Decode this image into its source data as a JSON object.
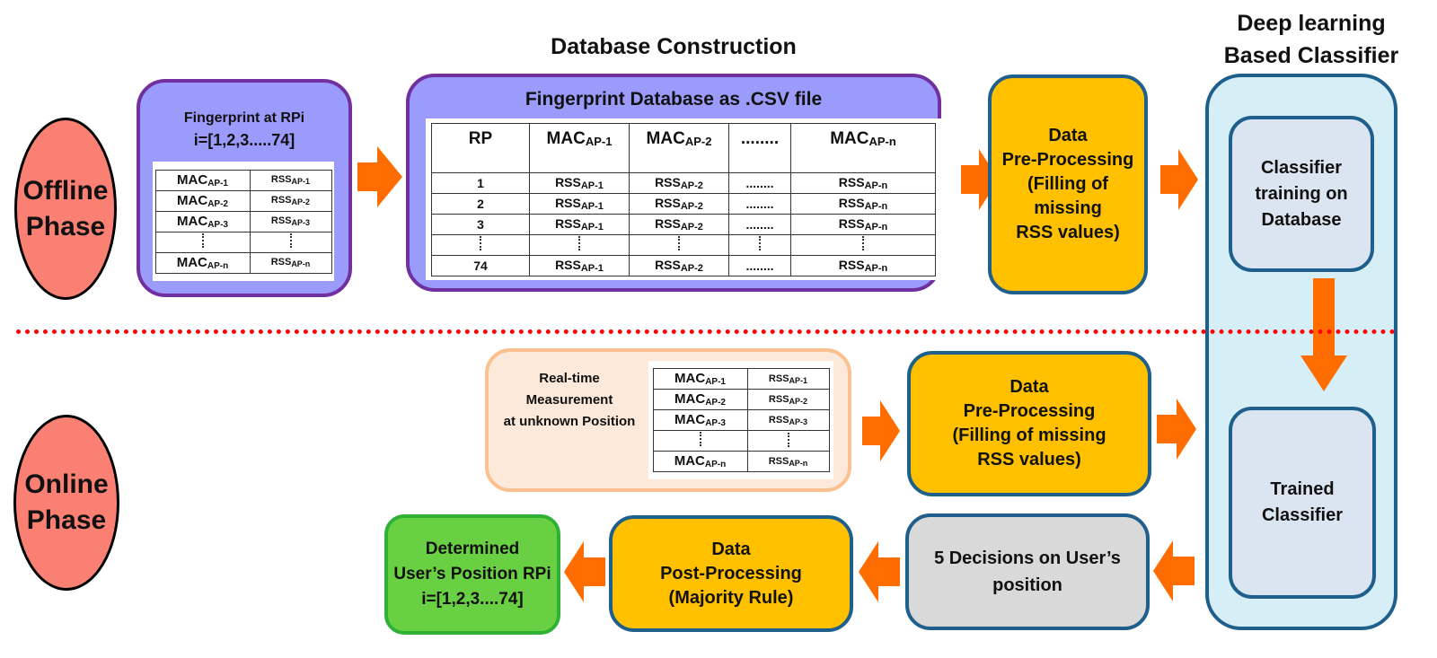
{
  "phases": {
    "offline": "Offline\nPhase",
    "offline_line1": "Offline",
    "offline_line2": "Phase",
    "online_line1": "Online",
    "online_line2": "Phase"
  },
  "titles": {
    "database_construction": "Database Construction",
    "classifier_line1": "Deep learning",
    "classifier_line2": "Based Classifier"
  },
  "fingerprint_rpi": {
    "title_line1": "Fingerprint at RPi",
    "title_line2": "i=[1,2,3.....74]",
    "rows": [
      {
        "mac": "MAC",
        "mac_sub": "AP-1",
        "rss": "RSS",
        "rss_sub": "AP-1"
      },
      {
        "mac": "MAC",
        "mac_sub": "AP-2",
        "rss": "RSS",
        "rss_sub": "AP-2"
      },
      {
        "mac": "MAC",
        "mac_sub": "AP-3",
        "rss": "RSS",
        "rss_sub": "AP-3"
      },
      {
        "mac": "",
        "mac_sub": "",
        "rss": "",
        "rss_sub": "",
        "ellipsis": true
      },
      {
        "mac": "MAC",
        "mac_sub": "AP-n",
        "rss": "RSS",
        "rss_sub": "AP-n"
      }
    ]
  },
  "database": {
    "title": "Fingerprint Database as .CSV file",
    "header": [
      {
        "text": "RP",
        "sub": ""
      },
      {
        "text": "MAC",
        "sub": "AP-1"
      },
      {
        "text": "MAC",
        "sub": "AP-2"
      },
      {
        "text": "........",
        "sub": ""
      },
      {
        "text": "MAC",
        "sub": "AP-n"
      }
    ],
    "rows": [
      {
        "rp": "1",
        "c1": "RSS",
        "c1s": "AP-1",
        "c2": "RSS",
        "c2s": "AP-2",
        "c3": "........",
        "c4": "RSS",
        "c4s": "AP-n"
      },
      {
        "rp": "2",
        "c1": "RSS",
        "c1s": "AP-1",
        "c2": "RSS",
        "c2s": "AP-2",
        "c3": "........",
        "c4": "RSS",
        "c4s": "AP-n"
      },
      {
        "rp": "3",
        "c1": "RSS",
        "c1s": "AP-1",
        "c2": "RSS",
        "c2s": "AP-2",
        "c3": "........",
        "c4": "RSS",
        "c4s": "AP-n"
      },
      {
        "rp": "74",
        "c1": "RSS",
        "c1s": "AP-1",
        "c2": "RSS",
        "c2s": "AP-2",
        "c3": "........",
        "c4": "RSS",
        "c4s": "AP-n"
      }
    ]
  },
  "offline_preprocessing": {
    "lines": [
      "Data",
      "Pre-Processing",
      "(Filling of",
      "missing",
      "RSS values)"
    ]
  },
  "classifier_training": {
    "lines": [
      "Classifier",
      "training on",
      "Database"
    ]
  },
  "trained_classifier": {
    "lines": [
      "Trained",
      "Classifier"
    ]
  },
  "realtime": {
    "lines": [
      "Real-time",
      "Measurement",
      "at unknown Position"
    ],
    "rows": [
      {
        "mac": "MAC",
        "mac_sub": "AP-1",
        "rss": "RSS",
        "rss_sub": "AP-1"
      },
      {
        "mac": "MAC",
        "mac_sub": "AP-2",
        "rss": "RSS",
        "rss_sub": "AP-2"
      },
      {
        "mac": "MAC",
        "mac_sub": "AP-3",
        "rss": "RSS",
        "rss_sub": "AP-3"
      },
      {
        "mac": "",
        "mac_sub": "",
        "rss": "",
        "rss_sub": "",
        "ellipsis": true
      },
      {
        "mac": "MAC",
        "mac_sub": "AP-n",
        "rss": "RSS",
        "rss_sub": "AP-n"
      }
    ]
  },
  "online_preprocessing": {
    "lines": [
      "Data",
      "Pre-Processing",
      "(Filling of missing",
      "RSS values)"
    ]
  },
  "decisions": {
    "lines": [
      "5 Decisions on User’s",
      "position"
    ]
  },
  "postprocessing": {
    "lines": [
      "Data",
      "Post-Processing",
      "(Majority Rule)"
    ]
  },
  "result": {
    "lines": [
      "Determined",
      "User’s Position RPi",
      "i=[1,2,3....74]"
    ]
  },
  "colors": {
    "arrow": "#ff6d00",
    "divider": "#ff0000",
    "phase_fill": "#f98073",
    "purple_fill": "#9b9bfb",
    "purple_border": "#7030a0",
    "orange_fill": "#ffc000",
    "blue_border": "#1f5f8b",
    "peach_fill": "#fde9d9",
    "gray_fill": "#d9d9d9",
    "green_fill": "#6ad043",
    "classifier_fill": "#d6eef6"
  }
}
